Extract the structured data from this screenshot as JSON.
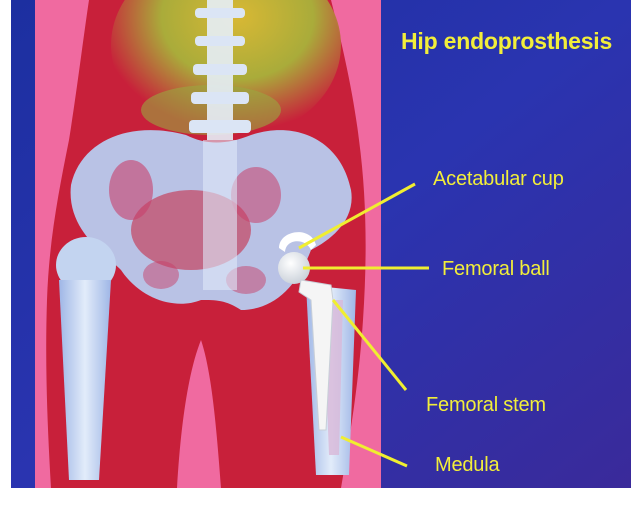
{
  "title": "Hip endoprosthesis",
  "labels": {
    "acetabular_cup": "Acetabular cup",
    "femoral_ball": "Femoral ball",
    "femoral_stem": "Femoral stem",
    "medula": "Medula"
  },
  "colors": {
    "background_blue": "#2a2ea0",
    "label_text": "#f2ee3a",
    "leader_line": "#f0ee30",
    "body_red": "#c8203a",
    "skin_pink": "#f06aa0",
    "bone": "#c0d2ee",
    "implant": "#f5f5f5"
  }
}
